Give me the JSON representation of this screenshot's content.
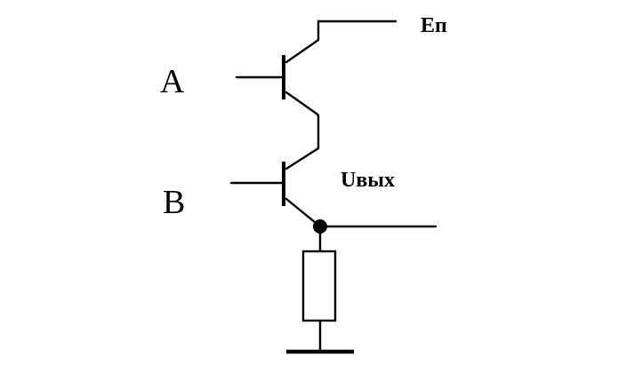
{
  "labels": {
    "supply": "Eп",
    "input_a": "A",
    "input_b": "B",
    "output": "Uвых"
  },
  "colors": {
    "line": "#000000",
    "background": "#ffffff"
  }
}
